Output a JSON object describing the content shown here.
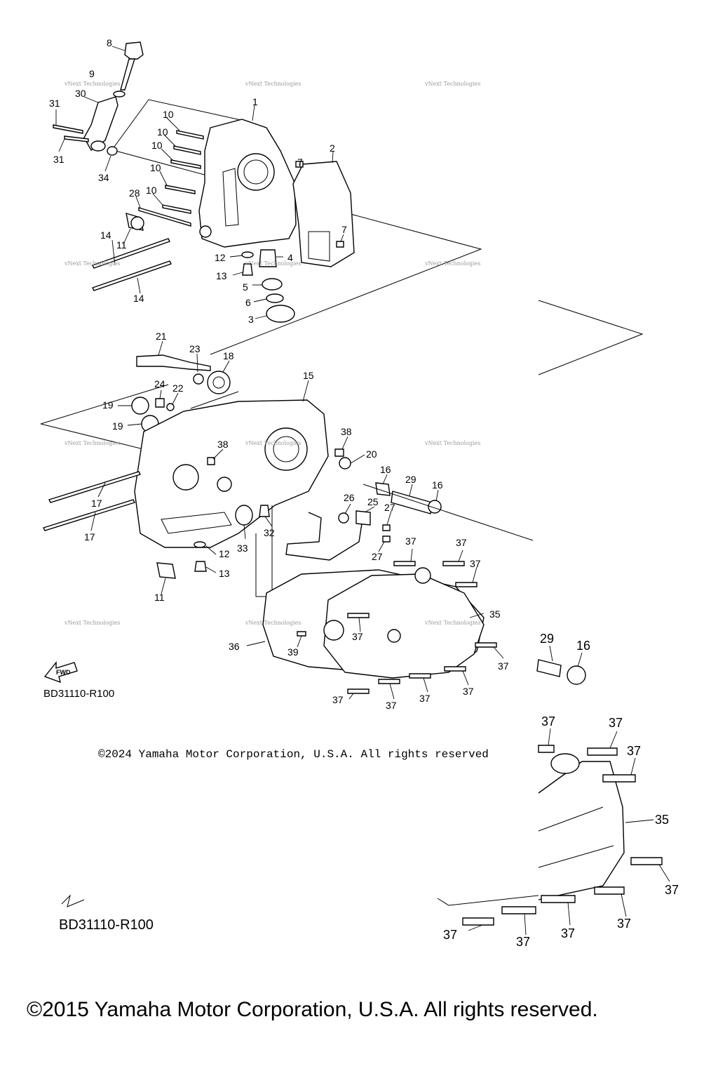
{
  "labels": [
    {
      "id": "lbl-8",
      "text": "8"
    },
    {
      "id": "lbl-9",
      "text": "9"
    },
    {
      "id": "lbl-30",
      "text": "30"
    },
    {
      "id": "lbl-31a",
      "text": "31"
    },
    {
      "id": "lbl-31b",
      "text": "31"
    },
    {
      "id": "lbl-34",
      "text": "34"
    },
    {
      "id": "lbl-1",
      "text": "1"
    },
    {
      "id": "lbl-10a",
      "text": "10"
    },
    {
      "id": "lbl-10b",
      "text": "10"
    },
    {
      "id": "lbl-10c",
      "text": "10"
    },
    {
      "id": "lbl-10d",
      "text": "10"
    },
    {
      "id": "lbl-10e",
      "text": "10"
    },
    {
      "id": "lbl-28",
      "text": "28"
    },
    {
      "id": "lbl-14a",
      "text": "14"
    },
    {
      "id": "lbl-11a",
      "text": "11"
    },
    {
      "id": "lbl-14b",
      "text": "14"
    },
    {
      "id": "lbl-7a",
      "text": "7"
    },
    {
      "id": "lbl-2",
      "text": "2"
    },
    {
      "id": "lbl-7b",
      "text": "7"
    },
    {
      "id": "lbl-12a",
      "text": "12"
    },
    {
      "id": "lbl-4",
      "text": "4"
    },
    {
      "id": "lbl-13a",
      "text": "13"
    },
    {
      "id": "lbl-5",
      "text": "5"
    },
    {
      "id": "lbl-6",
      "text": "6"
    },
    {
      "id": "lbl-3",
      "text": "3"
    },
    {
      "id": "lbl-21",
      "text": "21"
    },
    {
      "id": "lbl-23",
      "text": "23"
    },
    {
      "id": "lbl-18",
      "text": "18"
    },
    {
      "id": "lbl-15",
      "text": "15"
    },
    {
      "id": "lbl-24",
      "text": "24"
    },
    {
      "id": "lbl-22",
      "text": "22"
    },
    {
      "id": "lbl-19a",
      "text": "19"
    },
    {
      "id": "lbl-19b",
      "text": "19"
    },
    {
      "id": "lbl-38a",
      "text": "38"
    },
    {
      "id": "lbl-38b",
      "text": "38"
    },
    {
      "id": "lbl-20",
      "text": "20"
    },
    {
      "id": "lbl-16a",
      "text": "16"
    },
    {
      "id": "lbl-29a",
      "text": "29"
    },
    {
      "id": "lbl-16b",
      "text": "16"
    },
    {
      "id": "lbl-26",
      "text": "26"
    },
    {
      "id": "lbl-25",
      "text": "25"
    },
    {
      "id": "lbl-27a",
      "text": "27"
    },
    {
      "id": "lbl-27b",
      "text": "27"
    },
    {
      "id": "lbl-17a",
      "text": "17"
    },
    {
      "id": "lbl-17b",
      "text": "17"
    },
    {
      "id": "lbl-32",
      "text": "32"
    },
    {
      "id": "lbl-33",
      "text": "33"
    },
    {
      "id": "lbl-12b",
      "text": "12"
    },
    {
      "id": "lbl-13b",
      "text": "13"
    },
    {
      "id": "lbl-11b",
      "text": "11"
    },
    {
      "id": "lbl-37a",
      "text": "37"
    },
    {
      "id": "lbl-37b",
      "text": "37"
    },
    {
      "id": "lbl-37c",
      "text": "37"
    },
    {
      "id": "lbl-35a",
      "text": "35"
    },
    {
      "id": "lbl-37d",
      "text": "37"
    },
    {
      "id": "lbl-36",
      "text": "36"
    },
    {
      "id": "lbl-39",
      "text": "39"
    },
    {
      "id": "lbl-37e",
      "text": "37"
    },
    {
      "id": "lbl-37f",
      "text": "37"
    },
    {
      "id": "lbl-37g",
      "text": "37"
    },
    {
      "id": "lbl-37h",
      "text": "37"
    },
    {
      "id": "lbl-37i",
      "text": "37"
    },
    {
      "id": "lbl-37j",
      "text": "37"
    },
    {
      "id": "lbl-29b",
      "text": "29"
    },
    {
      "id": "lbl-16c",
      "text": "16"
    },
    {
      "id": "lbl-37k",
      "text": "37"
    },
    {
      "id": "lbl-37l",
      "text": "37"
    },
    {
      "id": "lbl-37m",
      "text": "37"
    },
    {
      "id": "lbl-35b",
      "text": "35"
    },
    {
      "id": "lbl-37n",
      "text": "37"
    },
    {
      "id": "lbl-37o",
      "text": "37"
    },
    {
      "id": "lbl-37p",
      "text": "37"
    },
    {
      "id": "lbl-37q",
      "text": "37"
    },
    {
      "id": "lbl-37r",
      "text": "37"
    }
  ],
  "watermark": "vNext Technologies",
  "fwd_arrow": "FWD",
  "ref_code_top": "BD31110-R100",
  "ref_code_bottom": "BD31110-R100",
  "copyright_small": "©2024 Yamaha Motor Corporation, U.S.A. All rights reserved",
  "copyright_large": "©2015 Yamaha Motor Corporation, U.S.A. All rights reserved."
}
